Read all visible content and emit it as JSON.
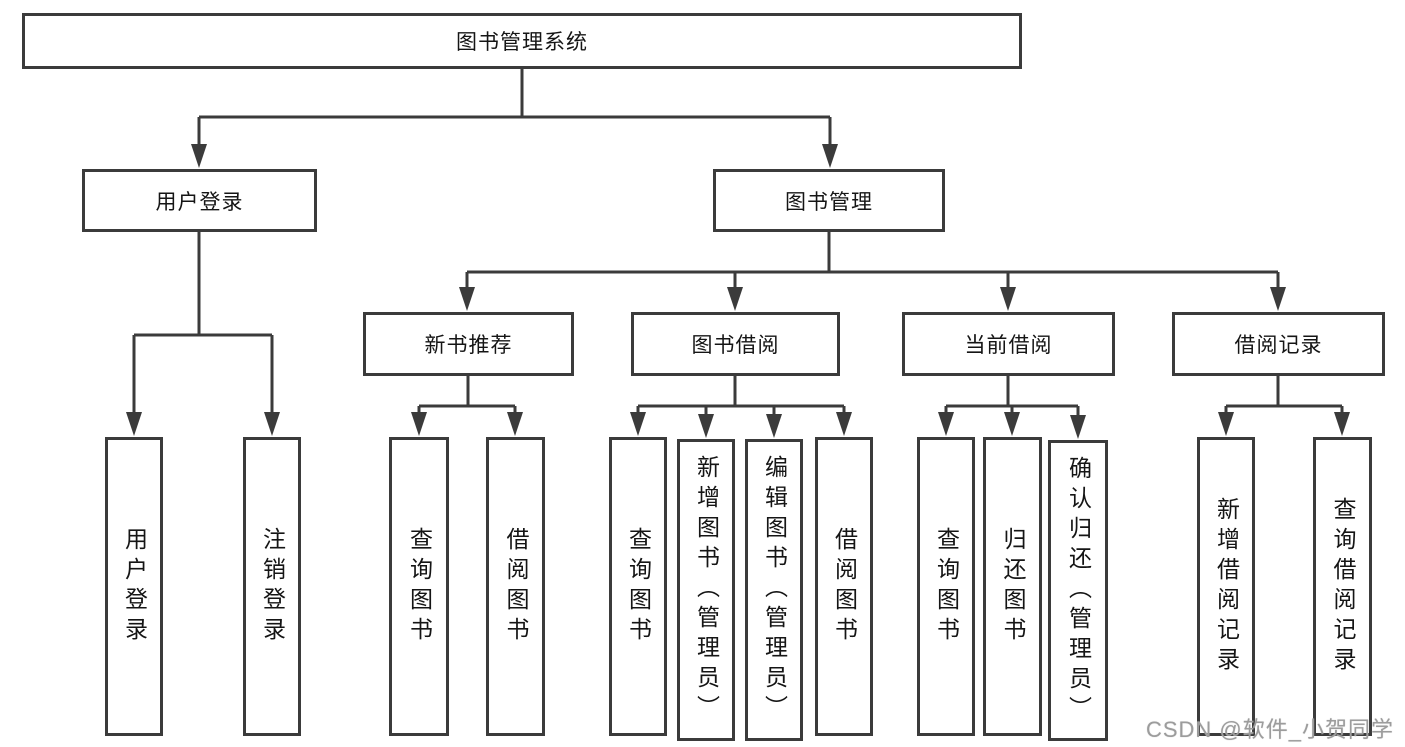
{
  "root": {
    "label": "图书管理系统"
  },
  "user_login": {
    "label": "用户登录",
    "children": [
      {
        "label": "用户登录"
      },
      {
        "label": "注销登录"
      }
    ]
  },
  "book_management": {
    "label": "图书管理",
    "modules": [
      {
        "label": "新书推荐",
        "children": [
          {
            "label": "查询图书"
          },
          {
            "label": "借阅图书"
          }
        ]
      },
      {
        "label": "图书借阅",
        "children": [
          {
            "label": "查询图书"
          },
          {
            "label": "新增图书（管理员）"
          },
          {
            "label": "编辑图书（管理员）"
          },
          {
            "label": "借阅图书"
          }
        ]
      },
      {
        "label": "当前借阅",
        "children": [
          {
            "label": "查询图书"
          },
          {
            "label": "归还图书"
          },
          {
            "label": "确认归还（管理员）"
          }
        ]
      },
      {
        "label": "借阅记录",
        "children": [
          {
            "label": "新增借阅记录"
          },
          {
            "label": "查询借阅记录"
          }
        ]
      }
    ]
  },
  "watermark": {
    "text": "CSDN @软件_小贺同学"
  },
  "colors": {
    "line": "#3b3b3b",
    "text": "#151515",
    "watermark": "#9c9c9c",
    "background": "#ffffff"
  }
}
